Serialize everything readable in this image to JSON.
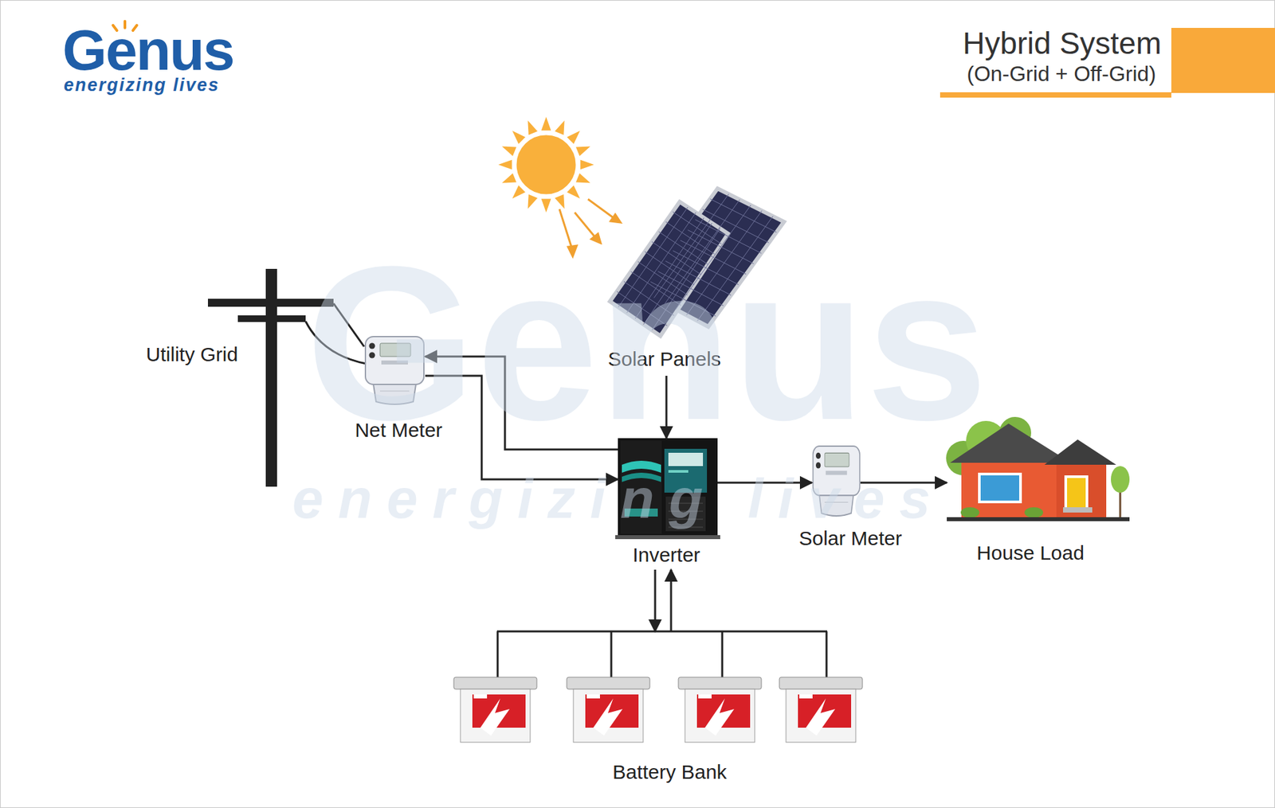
{
  "diagram": {
    "title": "Hybrid System",
    "nodes": [
      {
        "text": [
          "Utility Grid"
        ]
      },
      {
        "text": [
          "Net Meter"
        ]
      },
      {
        "text": [
          "Solar Panels"
        ]
      },
      {
        "text": [
          "Inverter"
        ]
      },
      {
        "text": [
          "Solar Meter"
        ]
      },
      {
        "text": [
          "House Load"
        ]
      },
      {
        "text": [
          "Battery Bank"
        ]
      }
    ],
    "edges": [
      {
        "from": 0,
        "to": 1,
        "arrow": "none"
      },
      {
        "from": 1,
        "to": 3,
        "arrow": "to"
      },
      {
        "from": 3,
        "to": 1,
        "arrow": "to"
      },
      {
        "from": 2,
        "to": 3,
        "arrow": "to"
      },
      {
        "from": 3,
        "to": 4,
        "arrow": "to"
      },
      {
        "from": 4,
        "to": 5,
        "arrow": "to"
      },
      {
        "from": 3,
        "to": 6,
        "arrow": "to"
      },
      {
        "from": 6,
        "to": 3,
        "arrow": "to"
      }
    ],
    "labels": [
      "Genus",
      "energizing lives",
      "(On-Grid + Off-Grid)",
      "Genus",
      "energizing lives"
    ]
  }
}
